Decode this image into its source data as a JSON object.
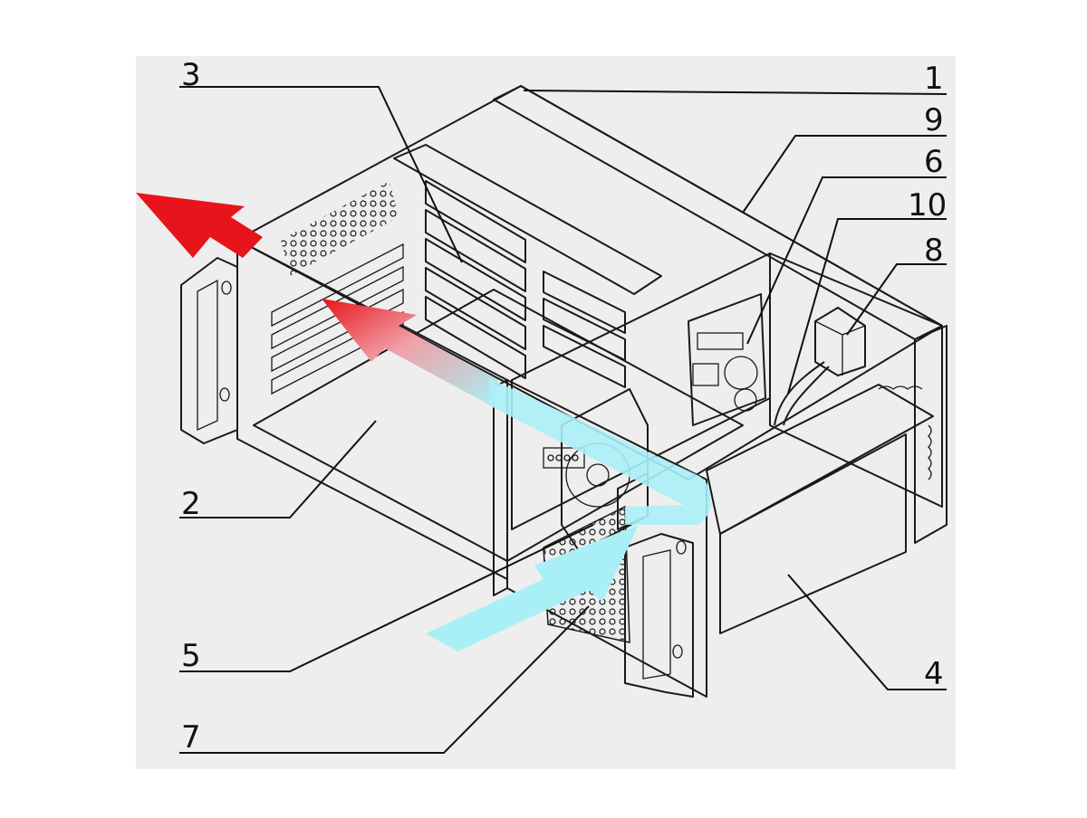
{
  "diagram": {
    "background": "#ffffff",
    "paper_color": "#eeeeee",
    "panel_color": "#d9d9d9",
    "hot_arrow_color": "#e8141b",
    "cool_arrow_color": "#a8f0f6",
    "callouts": [
      {
        "key": "c1",
        "label": "1"
      },
      {
        "key": "c2",
        "label": "2"
      },
      {
        "key": "c3",
        "label": "3"
      },
      {
        "key": "c4",
        "label": "4"
      },
      {
        "key": "c5",
        "label": "5"
      },
      {
        "key": "c6",
        "label": "6"
      },
      {
        "key": "c7",
        "label": "7"
      },
      {
        "key": "c8",
        "label": "8"
      },
      {
        "key": "c9",
        "label": "9"
      },
      {
        "key": "c10",
        "label": "10"
      }
    ]
  }
}
